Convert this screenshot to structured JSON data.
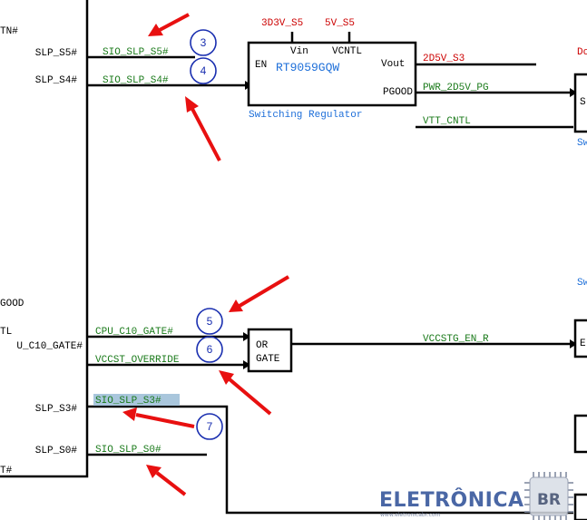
{
  "left_chip": {
    "labels": [
      "SLP_S5#",
      "SLP_S4#",
      "SLP_S3#",
      "SLP_S0#"
    ],
    "partial_labels": [
      "TN#",
      "GOOD",
      "TL",
      "U_C10_GATE#",
      "T#"
    ]
  },
  "nets": {
    "sio_slp_s5": "SIO_SLP_S5#",
    "sio_slp_s4": "SIO_SLP_S4#",
    "cpu_c10_gate": "CPU_C10_GATE#",
    "vccst_override": "VCCST_OVERRIDE",
    "sio_slp_s3": "SIO_SLP_S3#",
    "sio_slp_s0": "SIO_SLP_S0#",
    "vccstg_en_r": "VCCSTG_EN_R",
    "v2d5v_s3": "2D5V_S3",
    "pwr_2d5v_pg": "PWR_2D5V_PG",
    "vtt_cntl": "VTT_CNTL"
  },
  "regulator": {
    "supply1": "3D3V_S5",
    "supply2": "5V_S5",
    "pin_vin": "Vin",
    "pin_vcntl": "VCNTL",
    "pin_en": "EN",
    "pin_vout": "Vout",
    "pin_pgood": "PGOOD",
    "part": "RT9059GQW",
    "caption": "Switching Regulator"
  },
  "or_gate": {
    "line1": "OR",
    "line2": "GATE"
  },
  "markers": [
    "3",
    "4",
    "5",
    "6",
    "7"
  ],
  "right_edge": {
    "red": "Do",
    "blue1": "Sw",
    "blue2": "Sw",
    "box_top": "S",
    "box_mid": "E"
  },
  "logo": {
    "text": "ELETRÔNICA",
    "badge": "BR",
    "url": "www.eletronicabr.com"
  },
  "colors": {
    "net": "#1a7a1a",
    "power": "#cc0000",
    "caption": "#1e6fd9",
    "marker": "#1a2fb0",
    "arrow": "#e81010",
    "logo": "#2b4d96"
  }
}
